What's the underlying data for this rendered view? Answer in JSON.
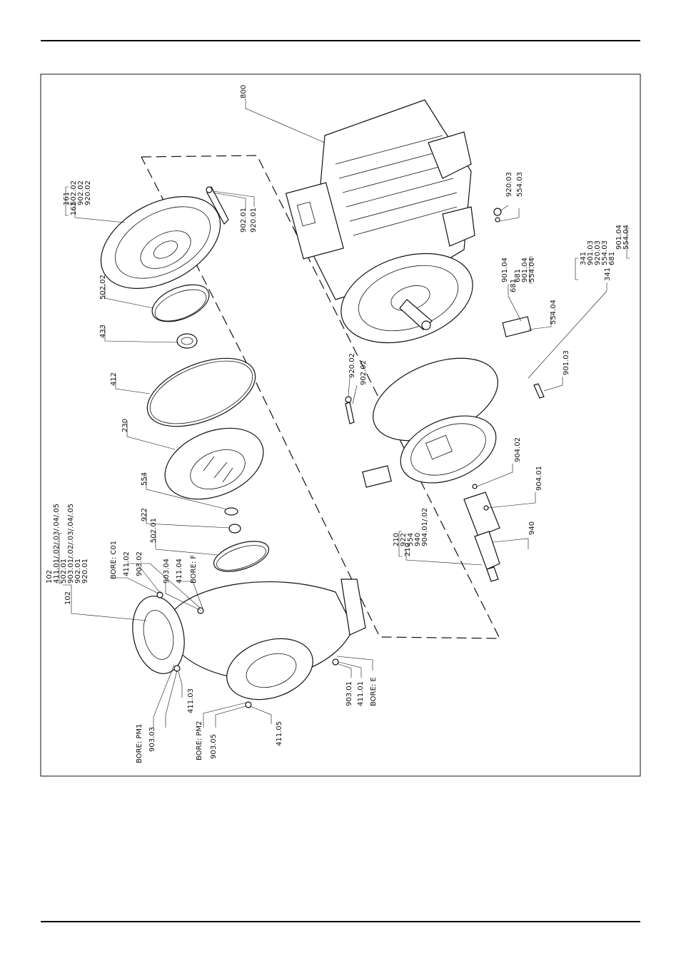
{
  "labels": {
    "motor": "800",
    "cover_group": [
      "161",
      "502.02",
      "902.02",
      "920.02"
    ],
    "cover": "161",
    "stud_902_01": "902.01",
    "nut_920_01": "920.01",
    "wear_ring_502_02": "502.02",
    "seal_433": "433",
    "gasket_412": "412",
    "impeller_230": "230",
    "washer_554": "554",
    "nut_922": "922",
    "wear_ring_502_01": "502.01",
    "casing_group": [
      "102",
      "411.01/.02/.03/.04/.05",
      "502.01",
      "903.01/.02/.03/.04/.05",
      "902.01",
      "920.01"
    ],
    "casing": "102",
    "bore_c01": "BORE: C01",
    "plug_411_02": "411.02",
    "plug_903_02": "903.02",
    "plug_903_04": "903.04",
    "plug_411_04": "411.04",
    "bore_f": "BORE: F",
    "bore_pm1": "BORE: PM1",
    "plug_903_03": "903.03",
    "plug_411_03": "411.03",
    "bore_pm2": "BORE: PM2",
    "plug_903_05": "903.05",
    "plug_411_05": "411.05",
    "plug_903_01": "903.01",
    "plug_411_01": "411.01",
    "bore_e": "BORE: E",
    "nut_920_03": "920.03",
    "washer_554_03": "554.03",
    "nameplate_screw_901_04": "901.04",
    "nameplate_group": [
      "681",
      "901.04",
      "554.04"
    ],
    "nameplate": "681",
    "washer_554_04": "554.04",
    "adapter_group": [
      "341",
      "901.03",
      "920.03",
      "554.03",
      "681"
    ],
    "adapter_sub": [
      "901.04",
      "554.04"
    ],
    "adapter": "341",
    "nut_920_02": "920.02",
    "stud_902_02": "902.02",
    "bolt_901_03": "901.03",
    "screw_904_02": "904.02",
    "screw_904_01": "904.01",
    "key_940": "940",
    "shaft_group": [
      "210",
      "922",
      "554",
      "940",
      "904.01/.02"
    ],
    "shaft": "210"
  }
}
